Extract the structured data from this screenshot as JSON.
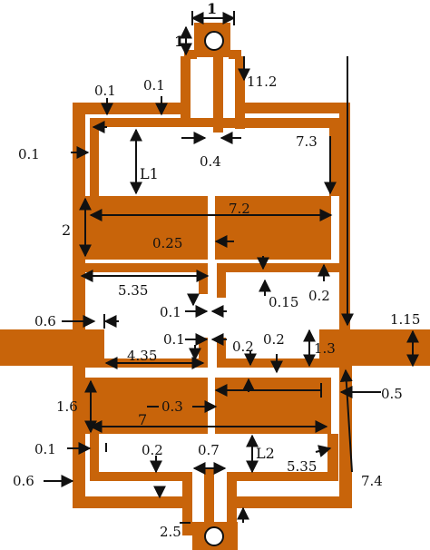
{
  "colors": {
    "copper": "#c8640a",
    "ink": "#111111",
    "background": "#ffffff"
  },
  "labels": {
    "top_width": "1",
    "top_height": "1",
    "gap_left_outer": "0.1",
    "gap_left_mid": "0.1",
    "length_11_2": "11.2",
    "gap_left_inner": "0.1",
    "length_L1": "L1",
    "gap_center_top": "0.4",
    "length_7_3": "7.3",
    "height_2": "2",
    "length_7_2": "7.2",
    "gap_0_25": "0.25",
    "length_5_35_top": "5.35",
    "gap_0_15": "0.15",
    "gap_0_2_right_top": "0.2",
    "width_0_6_left": "0.6",
    "gap_0_1_center_top": "0.1",
    "width_1_15_right": "1.15",
    "gap_0_1_center_bottom": "0.1",
    "gap_0_2_mid_a": "0.2",
    "gap_0_2_mid_b": "0.2",
    "height_1_3": "1.3",
    "length_4_35": "4.35",
    "height_1_6": "1.6",
    "gap_0_3": "0.3",
    "gap_0_5_right": "0.5",
    "length_7": "7",
    "gap_0_1_left_bottom": "0.1",
    "gap_0_2_bottom": "0.2",
    "gap_0_7": "0.7",
    "length_L2": "L2",
    "length_5_35_bottom": "5.35",
    "width_0_6_bottom_left": "0.6",
    "length_7_4": "7.4",
    "bottom_2_5": "2.5"
  }
}
